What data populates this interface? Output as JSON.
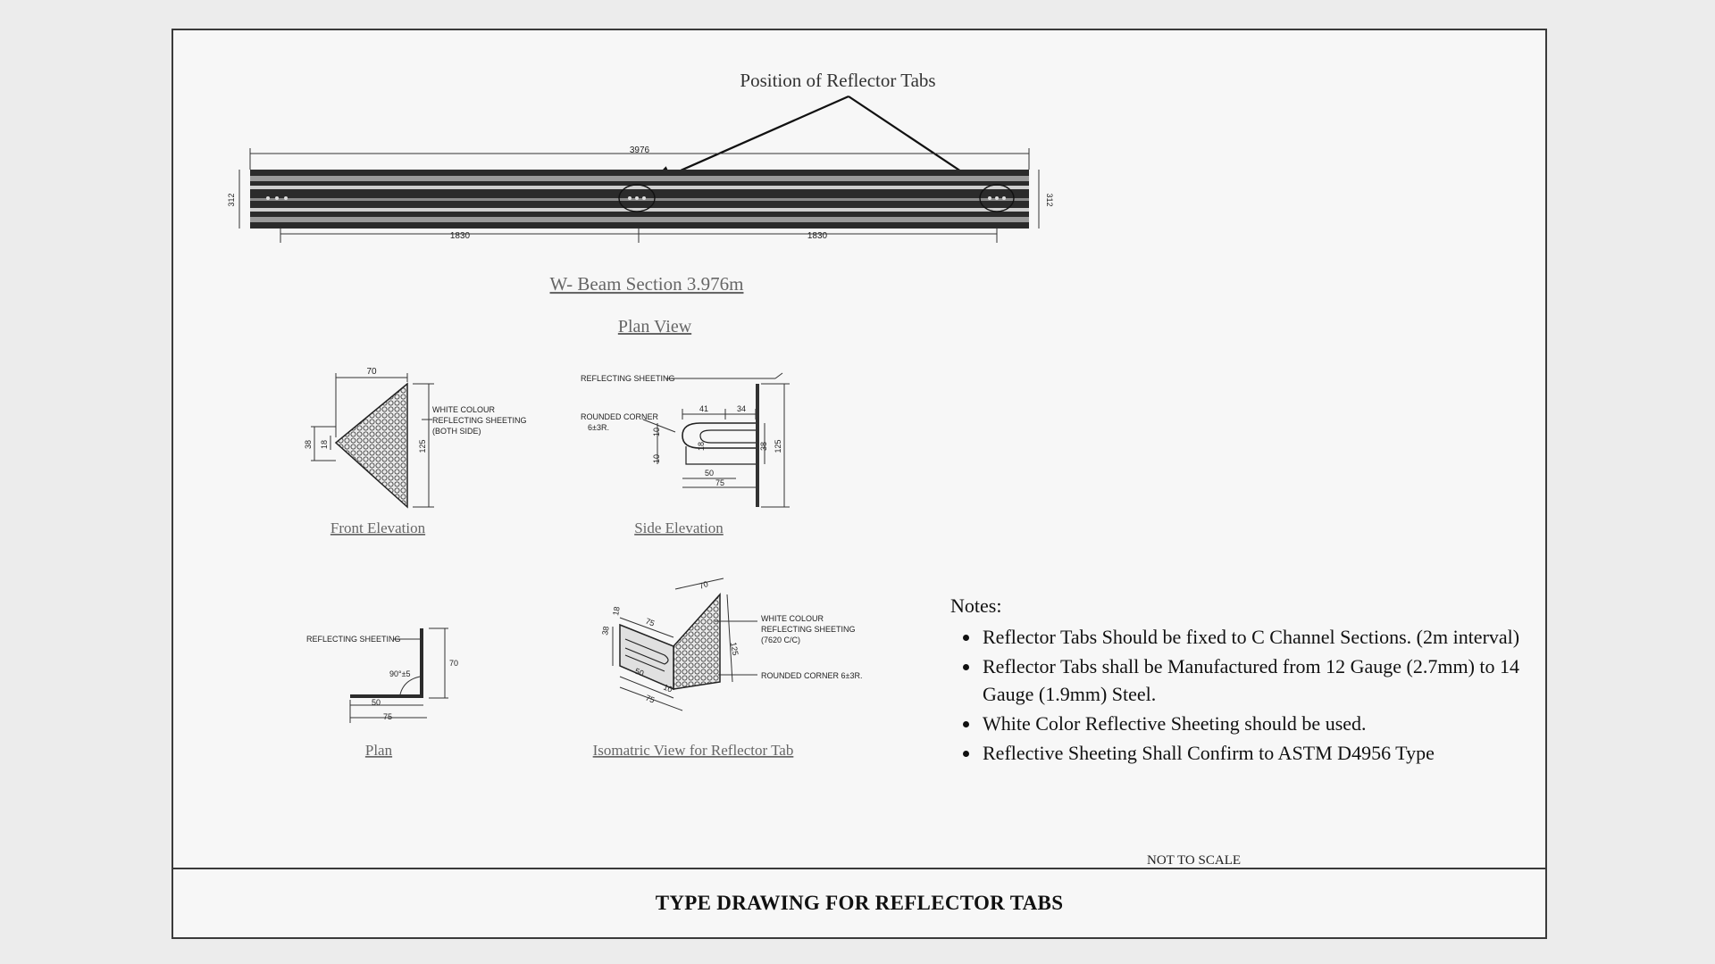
{
  "header": {
    "callout": "Position of Reflector Tabs"
  },
  "beam": {
    "overall_length": "3976",
    "height": "312",
    "segment_left": "1830",
    "segment_right": "1830",
    "title": "W- Beam Section 3.976m",
    "view": "Plan View"
  },
  "front_elevation": {
    "label": "Front Elevation",
    "dim_top": "70",
    "dim_left_outer": "38",
    "dim_left_inner": "18",
    "dim_right": "125",
    "note_1": "WHITE COLOUR",
    "note_2": "REFLECTING SHEETING",
    "note_3": "(BOTH SIDE)"
  },
  "side_elevation": {
    "label": "Side Elevation",
    "note_sheeting": "REFLECTING SHEETING",
    "note_corner_1": "ROUNDED CORNER",
    "note_corner_2": "6±3R.",
    "dim_41": "41",
    "dim_34": "34",
    "dim_10a": "10",
    "dim_10b": "10",
    "dim_18": "18",
    "dim_38": "38",
    "dim_125": "125",
    "dim_50": "50",
    "dim_75": "75"
  },
  "plan": {
    "label": "Plan",
    "note_sheeting": "REFLECTING SHEETING",
    "angle": "90°±5",
    "dim_70": "70",
    "dim_50": "50",
    "dim_75": "75"
  },
  "isometric": {
    "label": "Isomatric View for Reflector Tab",
    "note_1": "WHITE COLOUR",
    "note_2": "REFLECTING SHEETING",
    "note_3": "(7620 C/C)",
    "note_corner": "ROUNDED CORNER 6±3R.",
    "dim_70": "70",
    "dim_75": "75",
    "dim_125": "125",
    "dim_38": "38",
    "dim_18": "18",
    "dim_50": "50",
    "dim_10": "10"
  },
  "notes": {
    "heading": "Notes:",
    "items": [
      "Reflector Tabs Should be fixed to C Channel Sections. (2m interval)",
      "Reflector Tabs shall be Manufactured from 12 Gauge (2.7mm) to 14 Gauge (1.9mm) Steel.",
      "White Color Reflective Sheeting should be used.",
      "Reflective Sheeting Shall Confirm to ASTM D4956 Type"
    ]
  },
  "footer": {
    "not_to_scale": "NOT TO SCALE",
    "title": "TYPE DRAWING FOR REFLECTOR TABS"
  }
}
